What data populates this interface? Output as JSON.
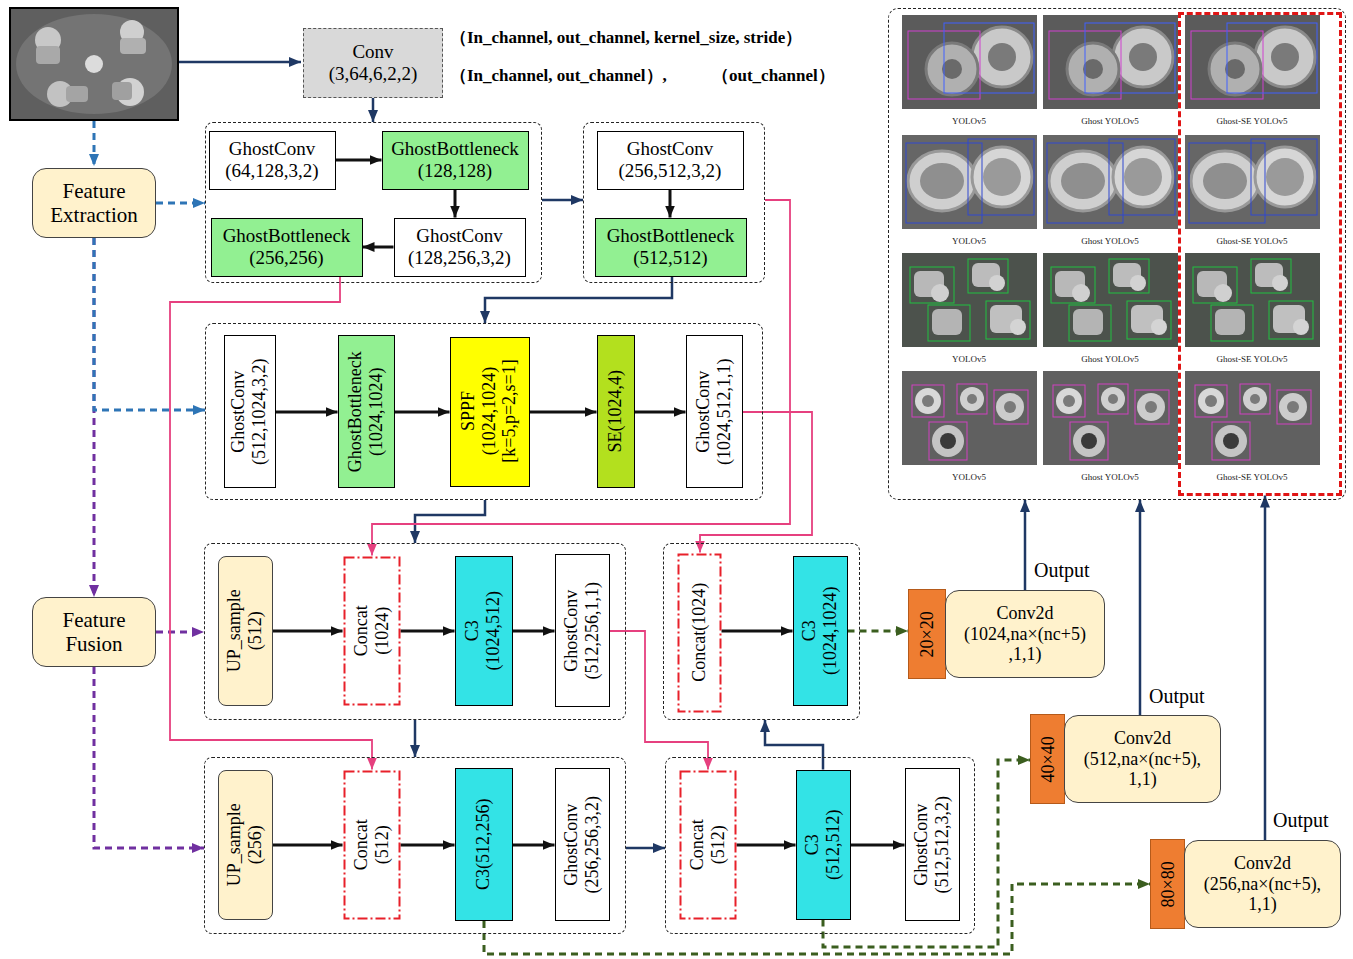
{
  "diagram": {
    "nodes": [
      {
        "text": [
          "Conv (3,64,6,2,2)"
        ]
      },
      {
        "text": [
          "Feature Extraction"
        ]
      },
      {
        "text": [
          "Feature Fusion"
        ]
      },
      {
        "text": []
      },
      {
        "text": [
          "GhostConv (64,128,3,2)"
        ],
        "in": 3
      },
      {
        "text": [
          "GhostBottleneck (128,128)"
        ],
        "in": 3
      },
      {
        "text": [
          "GhostBottleneck (256,256)"
        ],
        "in": 3
      },
      {
        "text": [
          "GhostConv (128,256,3,2)"
        ],
        "in": 3
      },
      {
        "text": []
      },
      {
        "text": [
          "GhostConv (256,512,3,2)"
        ],
        "in": 8
      },
      {
        "text": [
          "GhostBottleneck (512,512)"
        ],
        "in": 8
      },
      {
        "text": []
      },
      {
        "text": [
          "GhostConv (512,1024,3,2)"
        ],
        "in": 11
      },
      {
        "text": [
          "GhostBottleneck (1024,1024)"
        ],
        "in": 11
      },
      {
        "text": [
          "SPPF (1024,1024) [k=5,p=2,s=1]"
        ],
        "in": 11
      },
      {
        "text": [
          "SE(1024,4)"
        ],
        "in": 11
      },
      {
        "text": [
          "GhostConv (1024,512,1,1)"
        ],
        "in": 11
      },
      {
        "text": []
      },
      {
        "text": [
          "UP_sample (512)"
        ],
        "in": 17
      },
      {
        "text": [
          "Concat (1024)"
        ],
        "in": 17
      },
      {
        "text": [
          "C3 (1024,512)"
        ],
        "in": 17
      },
      {
        "text": [
          "GhostConv (512,256,1,1)"
        ],
        "in": 17
      },
      {
        "text": []
      },
      {
        "text": [
          "Concat(1024)"
        ],
        "in": 22
      },
      {
        "text": [
          "C3 (1024,1024)"
        ],
        "in": 22
      },
      {
        "text": [
          "20×20"
        ]
      },
      {
        "text": [
          "Conv2d (1024,na×(nc+5) ,1,1)"
        ]
      },
      {
        "text": []
      },
      {
        "text": [
          "UP_sample (256)"
        ],
        "in": 27
      },
      {
        "text": [
          "Concat (512)"
        ],
        "in": 27
      },
      {
        "text": [
          "C3(512,256)"
        ],
        "in": 27
      },
      {
        "text": [
          "GhostConv (256,256,3,2)"
        ],
        "in": 27
      },
      {
        "text": []
      },
      {
        "text": [
          "Concat (512)"
        ],
        "in": 32
      },
      {
        "text": [
          "C3 (512,512)"
        ],
        "in": 32
      },
      {
        "text": [
          "GhostConv (512,512,3,2)"
        ],
        "in": 32
      },
      {
        "text": [
          "40×40"
        ]
      },
      {
        "text": [
          "Conv2d (512,na×(nc+5), 1,1)"
        ]
      },
      {
        "text": [
          "80×80"
        ]
      },
      {
        "text": [
          "Conv2d (256,na×(nc+5), 1,1)"
        ]
      },
      {
        "text": []
      },
      {
        "text": [],
        "in": 40
      },
      {
        "text": [
          "YOLOv5"
        ],
        "in": 40
      },
      {
        "text": [
          "Ghost YOLOv5"
        ],
        "in": 40
      },
      {
        "text": [
          "Ghost-SE YOLOv5"
        ],
        "in": 41
      },
      {
        "text": [
          "YOLOv5"
        ],
        "in": 40
      },
      {
        "text": [
          "Ghost YOLOv5"
        ],
        "in": 40
      },
      {
        "text": [
          "Ghost-SE YOLOv5"
        ],
        "in": 41
      },
      {
        "text": [
          "YOLOv5"
        ],
        "in": 40
      },
      {
        "text": [
          "Ghost YOLOv5"
        ],
        "in": 40
      },
      {
        "text": [
          "Ghost-SE YOLOv5"
        ],
        "in": 41
      },
      {
        "text": [
          "YOLOv5"
        ],
        "in": 40
      },
      {
        "text": [
          "Ghost YOLOv5"
        ],
        "in": 40
      },
      {
        "text": [
          "Ghost-SE YOLOv5"
        ],
        "in": 41
      }
    ],
    "edges": [
      {
        "from": 0,
        "to": 3,
        "arrow": "to"
      },
      {
        "from": 4,
        "to": 5,
        "arrow": "to"
      },
      {
        "from": 5,
        "to": 7,
        "arrow": "to"
      },
      {
        "from": 7,
        "to": 6,
        "arrow": "to"
      },
      {
        "from": 3,
        "to": 8,
        "arrow": "to"
      },
      {
        "from": 9,
        "to": 10,
        "arrow": "to"
      },
      {
        "from": 10,
        "to": 11,
        "arrow": "to"
      },
      {
        "from": 12,
        "to": 13,
        "arrow": "to"
      },
      {
        "from": 13,
        "to": 14,
        "arrow": "to"
      },
      {
        "from": 14,
        "to": 15,
        "arrow": "to"
      },
      {
        "from": 15,
        "to": 16,
        "arrow": "to"
      },
      {
        "from": 1,
        "to": 3,
        "arrow": "to"
      },
      {
        "from": 1,
        "to": 2,
        "arrow": "to"
      },
      {
        "from": 1,
        "to": 11,
        "arrow": "to"
      },
      {
        "from": 2,
        "to": 17,
        "arrow": "to"
      },
      {
        "from": 2,
        "to": 27,
        "arrow": "to"
      },
      {
        "from": 11,
        "to": 17,
        "arrow": "to"
      },
      {
        "from": 8,
        "to": 19,
        "arrow": "to"
      },
      {
        "from": 16,
        "to": 23,
        "arrow": "to"
      },
      {
        "from": 6,
        "to": 29,
        "arrow": "to"
      },
      {
        "from": 21,
        "to": 33,
        "arrow": "to"
      },
      {
        "from": 18,
        "to": 19,
        "arrow": "to"
      },
      {
        "from": 19,
        "to": 20,
        "arrow": "to"
      },
      {
        "from": 20,
        "to": 21,
        "arrow": "to"
      },
      {
        "from": 23,
        "to": 24,
        "arrow": "to"
      },
      {
        "from": 28,
        "to": 29,
        "arrow": "to"
      },
      {
        "from": 29,
        "to": 30,
        "arrow": "to"
      },
      {
        "from": 30,
        "to": 31,
        "arrow": "to"
      },
      {
        "from": 33,
        "to": 34,
        "arrow": "to"
      },
      {
        "from": 34,
        "to": 35,
        "arrow": "to"
      },
      {
        "from": 17,
        "to": 27,
        "arrow": "to"
      },
      {
        "from": 27,
        "to": 32,
        "arrow": "to"
      },
      {
        "from": 34,
        "to": 22,
        "arrow": "to"
      },
      {
        "from": 24,
        "to": 25,
        "arrow": "to"
      },
      {
        "from": 34,
        "to": 36,
        "arrow": "to"
      },
      {
        "from": 30,
        "to": 38,
        "arrow": "to"
      },
      {
        "from": 26,
        "to": 40,
        "label": "Output",
        "arrow": "to"
      },
      {
        "from": 37,
        "to": 40,
        "label": "Output",
        "arrow": "to"
      },
      {
        "from": 39,
        "to": 41,
        "label": "Output",
        "arrow": "to"
      }
    ],
    "labels": [
      "（In_channel, out_channel, kernel_size, stride）",
      "（In_channel, out_channel）,",
      "（out_channel）"
    ]
  }
}
